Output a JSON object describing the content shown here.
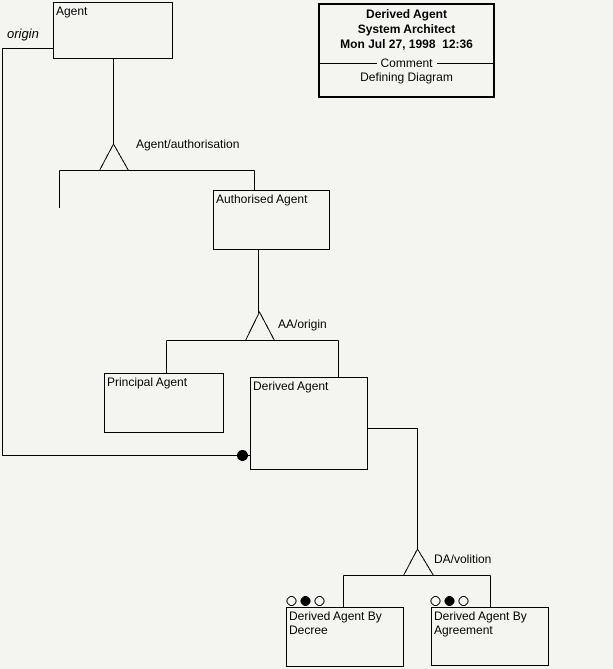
{
  "colors": {
    "background": "#f4f4f1",
    "line": "#000000"
  },
  "title_block": {
    "title": "Derived Agent",
    "app_name": "System Architect",
    "timestamp": "Mon Jul 27, 1998  12:36",
    "divider_label": "Comment",
    "comment_text": "Defining Diagram"
  },
  "nodes": {
    "agent": "Agent",
    "authorised_agent": "Authorised Agent",
    "principal_agent": "Principal Agent",
    "derived_agent": "Derived Agent",
    "derived_agent_by_decree": "Derived Agent By Decree",
    "derived_agent_by_agreement": "Derived Agent By Agreement"
  },
  "edge_labels": {
    "origin": "origin",
    "agent_authorisation": "Agent/authorisation",
    "aa_origin": "AA/origin",
    "da_volition": "DA/volition"
  }
}
